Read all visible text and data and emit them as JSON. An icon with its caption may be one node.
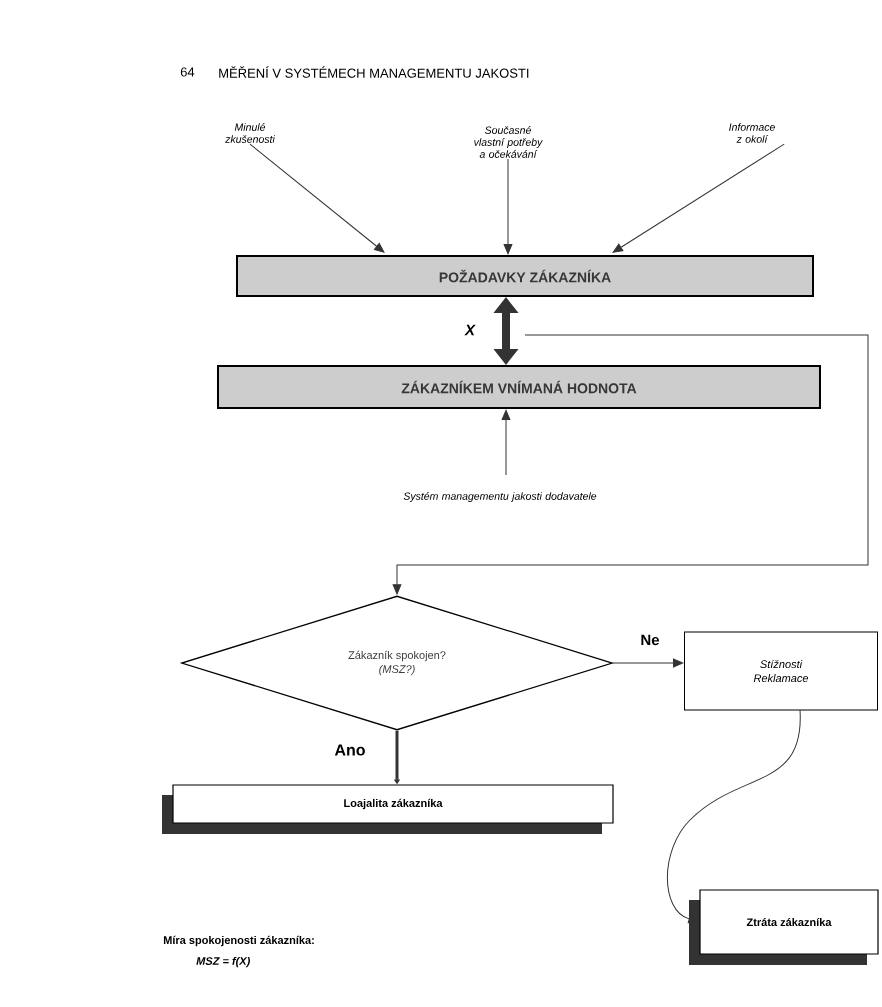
{
  "diagram": {
    "title": "MĚŘENÍ V SYSTÉMECH MANAGEMENTU JAKOSTI",
    "nodes": [
      {
        "text": [
          "Minulé zkušenosti"
        ]
      },
      {
        "text": [
          "Současné vlastní potřeby a očekávání"
        ]
      },
      {
        "text": [
          "Informace z okolí"
        ]
      },
      {
        "text": [
          "POŽADAVKY ZÁKAZNÍKA"
        ]
      },
      {
        "text": [
          "ZÁKAZNÍKEM VNÍMANÁ HODNOTA"
        ]
      },
      {
        "text": [
          "Systém managementu jakosti dodavatele"
        ]
      },
      {
        "text": [
          "Zákazník spokojen?",
          "(MSZ?)"
        ]
      },
      {
        "text": [
          "Stížnosti Reklamace"
        ]
      },
      {
        "text": [
          "Loajalita zákazníka"
        ]
      },
      {
        "text": [
          "Ztráta zákazníka"
        ]
      }
    ],
    "edges": [
      {
        "from": 0,
        "to": 3,
        "arrow": "to"
      },
      {
        "from": 1,
        "to": 3,
        "arrow": "to"
      },
      {
        "from": 2,
        "to": 3,
        "arrow": "to"
      },
      {
        "from": 4,
        "to": 3,
        "arrow": "both",
        "label": "X",
        "style": "thick"
      },
      {
        "from": 5,
        "to": 4,
        "arrow": "to"
      },
      {
        "from": null,
        "to": 6,
        "arrow": "to"
      },
      {
        "from": 6,
        "to": 7,
        "arrow": "to",
        "label": "Ne"
      },
      {
        "from": 6,
        "to": 8,
        "arrow": "to",
        "label": "Ano",
        "style": "thick"
      },
      {
        "from": 7,
        "to": 9,
        "arrow": "to"
      }
    ],
    "labels": [
      "64",
      "Míra spokojenosti zákazníka:",
      "MSZ = f(X)"
    ]
  }
}
